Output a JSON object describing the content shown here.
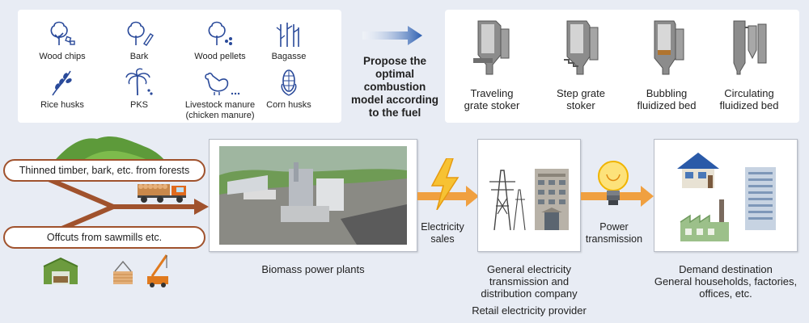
{
  "fuels": [
    {
      "label": "Wood chips",
      "icon": "tree-chips-icon"
    },
    {
      "label": "Bark",
      "icon": "tree-bark-icon"
    },
    {
      "label": "Wood pellets",
      "icon": "tree-pellets-icon"
    },
    {
      "label": "Bagasse",
      "icon": "bagasse-icon"
    },
    {
      "label": "Rice husks",
      "icon": "rice-icon"
    },
    {
      "label": "PKS",
      "icon": "palm-icon"
    },
    {
      "label": "Livestock manure",
      "sublabel": "(chicken manure)",
      "icon": "chicken-icon"
    },
    {
      "label": "Corn husks",
      "icon": "corn-icon"
    }
  ],
  "proposal": {
    "line1": "Propose the",
    "line2": "optimal",
    "line3": "combustion",
    "line4": "model according",
    "line5": "to the fuel"
  },
  "boilers": [
    {
      "line1": "Traveling",
      "line2": "grate stoker"
    },
    {
      "line1": "Step grate",
      "line2": "stoker"
    },
    {
      "line1": "Bubbling",
      "line2": "fluidized bed"
    },
    {
      "line1": "Circulating",
      "line2": "fluidized bed"
    }
  ],
  "sources": {
    "forest": "Thinned timber, bark, etc. from forests",
    "sawmill": "Offcuts from sawmills etc."
  },
  "plant": {
    "label": "Biomass power plants"
  },
  "electricity_sales": {
    "line1": "Electricity",
    "line2": "sales"
  },
  "utility": {
    "line1": "General electricity",
    "line2": "transmission and",
    "line3": "distribution company",
    "line4": "Retail electricity provider"
  },
  "power_transmission": {
    "line1": "Power",
    "line2": "transmission"
  },
  "demand": {
    "line1": "Demand destination",
    "line2": "General households, factories,",
    "line3": "offices, etc."
  },
  "colors": {
    "arrow_orange": "#f0a040",
    "source_arrow": "#a0522d",
    "blue_arrow": "#2a5db0",
    "icon_blue": "#2a4a9a"
  }
}
